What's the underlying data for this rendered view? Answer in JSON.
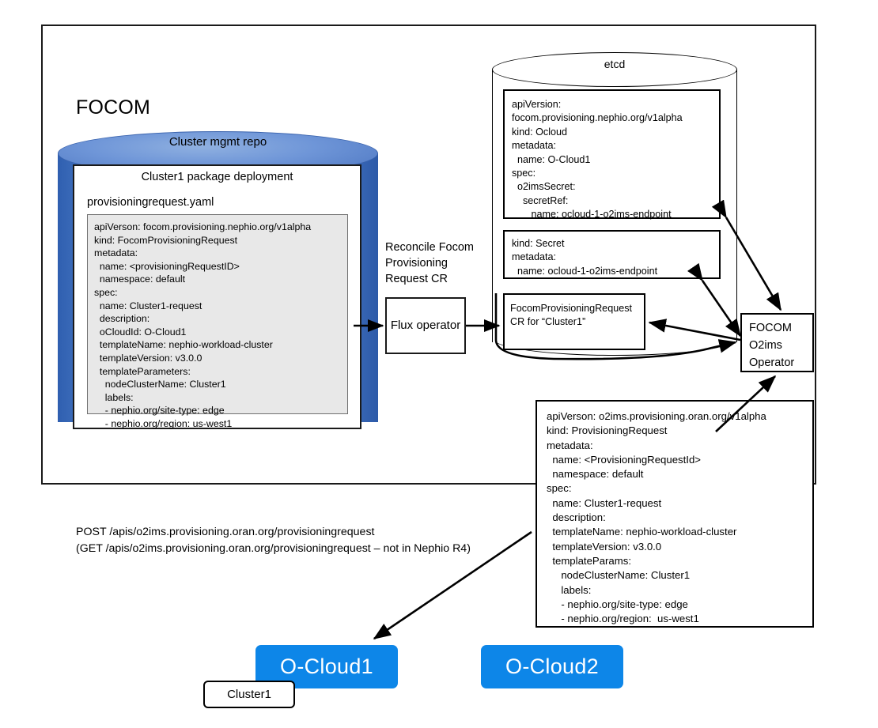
{
  "diagram": {
    "title": "FOCOM",
    "outer_frame_label": "FOCOM"
  },
  "repo": {
    "cylinder_label": "Cluster mgmt repo",
    "package_title": "Cluster1 package deployment",
    "file_name": "provisioningrequest.yaml",
    "yaml": "apiVerson: focom.provisioning.nephio.org/v1alpha\nkind: FocomProvisioningRequest\nmetadata:\n  name: <provisioningRequestID>\n  namespace: default\nspec:\n  name: Cluster1-request\n  description:\n  oCloudId: O-Cloud1\n  templateName: nephio-workload-cluster\n  templateVersion: v3.0.0\n  templateParameters:\n    nodeClusterName: Cluster1\n    labels:\n    - nephio.org/site-type: edge\n    - nephio.org/region: us-west1"
  },
  "flux": {
    "reconcile_label": "Reconcile Focom\nProvisioning\nRequest CR",
    "operator_label": "Flux\noperator"
  },
  "etcd": {
    "label": "etcd",
    "ocloud_cr_yaml": "apiVersion:\nfocom.provisioning.nephio.org/v1alpha\nkind: Ocloud\nmetadata:\n  name: O-Cloud1\nspec:\n  o2imsSecret:\n    secretRef:\n       name: ocloud-1-o2ims-endpoint",
    "secret_cr_yaml": "kind: Secret\nmetadata:\n  name: ocloud-1-o2ims-endpoint",
    "fpr_cr_label": "FocomProvisioningRequest\nCR for “Cluster1”"
  },
  "o2ims_operator": {
    "label": "FOCOM\nO2ims\nOperator"
  },
  "provisioning_request": {
    "yaml": "apiVerson: o2ims.provisioning.oran.org/v1alpha\nkind: ProvisioningRequest\nmetadata:\n  name: <ProvisioningRequestId>\n  namespace: default\nspec:\n  name: Cluster1-request\n  description:\n  templateName: nephio-workload-cluster\n  templateVersion: v3.0.0\n  templateParams:\n     nodeClusterName: Cluster1\n     labels:\n     - nephio.org/site-type: edge\n     - nephio.org/region:  us-west1"
  },
  "api_note": {
    "text": "POST /apis/o2ims.provisioning.oran.org/provisioningrequest\n(GET /apis/o2ims.provisioning.oran.org/provisioningrequest  – not in Nephio R4)"
  },
  "oclouds": [
    {
      "label": "O-Cloud1"
    },
    {
      "label": "O-Cloud2"
    }
  ],
  "cluster_tag": {
    "label": "Cluster1"
  },
  "colors": {
    "ocloud_blue": "#0d86e8",
    "repo_cylinder_blue": "#4472c4",
    "yaml_block_gray": "#e8e8e8",
    "stroke": "#000000"
  }
}
